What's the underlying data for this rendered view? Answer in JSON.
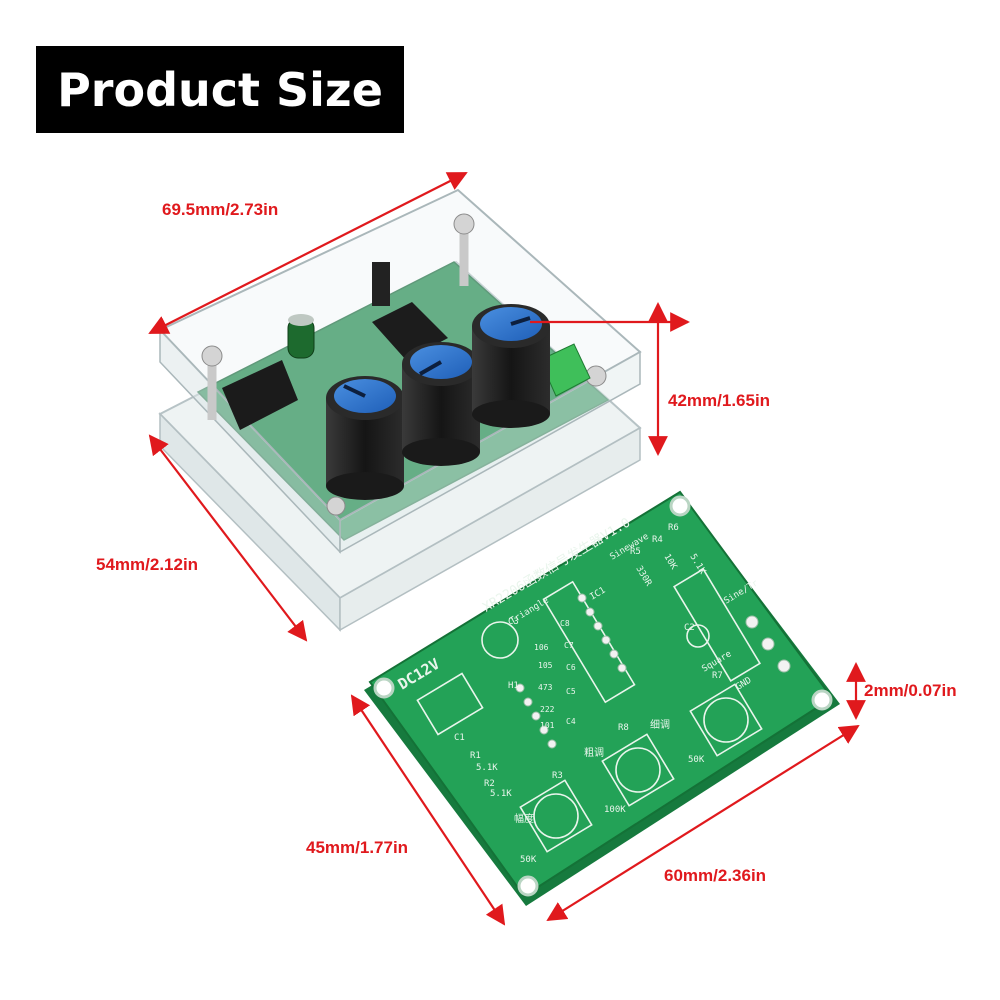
{
  "title": "Product Size",
  "colors": {
    "dimension": "#e0191d",
    "pcb": "#1f8a4c",
    "title_bg": "#000000"
  },
  "dimensions": {
    "case_width": "69.5mm/2.73in",
    "case_height": "42mm/1.65in",
    "case_depth": "54mm/2.12in",
    "board_thickness": "2mm/0.07in",
    "board_depth": "45mm/1.77in",
    "board_width": "60mm/2.36in"
  },
  "silkscreen": {
    "title": "XR2206函数信号发生器V1.0",
    "dc": "DC12V",
    "sinewave": "Sinewave",
    "triangle": "Triangle",
    "sine_tr": "Sine/Tr",
    "square": "Square",
    "gnd": "GND",
    "ic1": "IC1",
    "c1": "C1",
    "c2": "C2",
    "c3": "C3",
    "c4": "C4",
    "c5": "C5",
    "c6": "C6",
    "c7": "C7",
    "c8": "C8",
    "r1": "R1",
    "r2": "R2",
    "r3": "R3",
    "r4": "R4",
    "r5": "R5",
    "r6": "R6",
    "r7": "R7",
    "r8": "R8",
    "h1": "H1",
    "v106": "106",
    "v105": "105",
    "v473": "473",
    "v222": "222",
    "v101": "101",
    "v5_1k_a": "5.1K",
    "v5_1k_b": "5.1K",
    "v5_1k_c": "5.1K",
    "v330r": "330R",
    "v10k": "10K",
    "pot_50k_a": "50K",
    "pot_100k": "100K",
    "pot_50k_b": "50K",
    "amp": "幅度",
    "coarse": "粗调",
    "fine": "细调"
  }
}
